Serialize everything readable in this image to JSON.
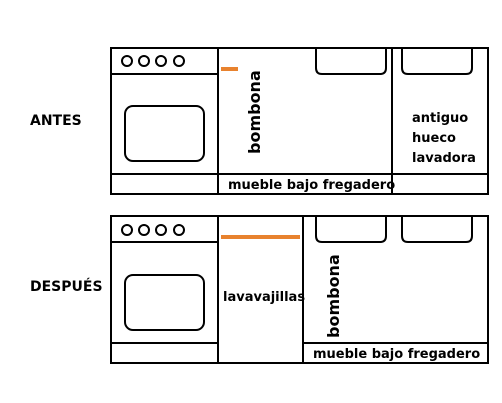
{
  "before": {
    "label": "ANTES",
    "bombona": "bombona",
    "old_slot_line1": "antiguo",
    "old_slot_line2": "hueco",
    "old_slot_line3": "lavadora",
    "sink_cabinet": "mueble bajo fregadero"
  },
  "after": {
    "label": "DESPUÉS",
    "dishwasher": "lavavajillas",
    "bombona": "bombona",
    "sink_cabinet": "mueble bajo fregadero"
  },
  "colors": {
    "outline": "#000000",
    "accent": "#e8822e"
  }
}
